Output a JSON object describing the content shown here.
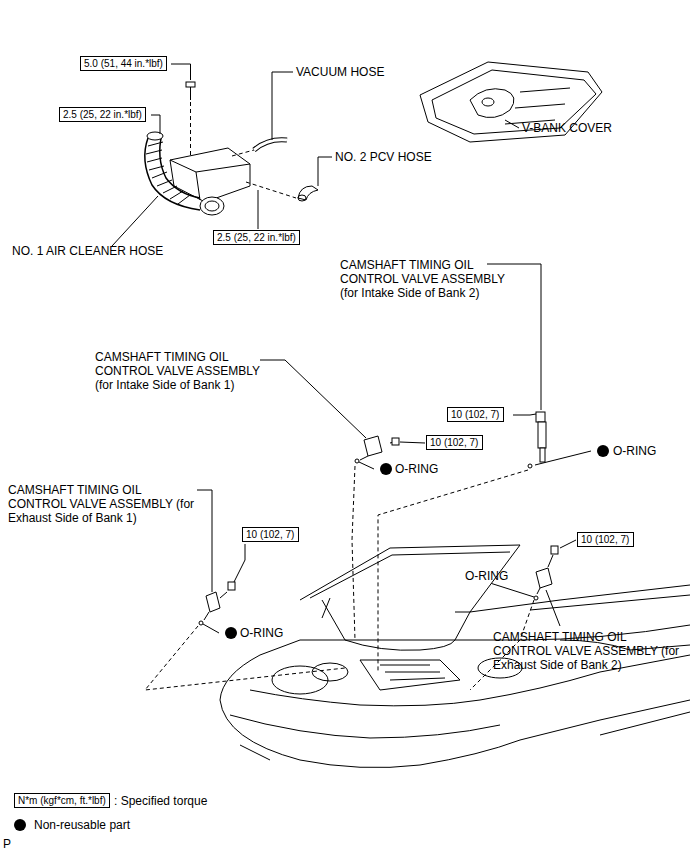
{
  "diagram": {
    "nodes": [
      {
        "text": [
          "5.0 (51, 44 in.*lbf)"
        ]
      },
      {
        "text": [
          "2.5 (25, 22 in.*lbf)"
        ]
      },
      {
        "text": [
          "2.5 (25, 22 in.*lbf)"
        ]
      },
      {
        "text": [
          "10 (102, 7)"
        ]
      },
      {
        "text": [
          "10 (102, 7)"
        ]
      },
      {
        "text": [
          "10 (102, 7)"
        ]
      },
      {
        "text": [
          "10 (102, 7)"
        ]
      },
      {
        "text": [
          "N*m (kgf*cm, ft.*lbf)"
        ]
      }
    ],
    "labels": [
      "VACUUM HOSE",
      "V-BANK COVER",
      "NO. 2 PCV HOSE",
      "NO. 1 AIR CLEANER HOSE",
      "CAMSHAFT TIMING OIL CONTROL VALVE ASSEMBLY (for Intake Side of Bank 2)",
      "CAMSHAFT TIMING OIL CONTROL VALVE ASSEMBLY (for Intake Side of Bank 1)",
      "O-RING",
      "O-RING",
      "CAMSHAFT TIMING OIL CONTROL VALVE ASSEMBLY (for Exhaust Side of Bank 1)",
      "O-RING",
      "O-RING",
      "CAMSHAFT TIMING OIL CONTROL VALVE ASSEMBLY (for Exhaust Side of Bank 2)",
      "P"
    ],
    "legend": [
      {
        "text": ": Specified torque"
      },
      {
        "text": "Non-reusable part"
      }
    ]
  }
}
